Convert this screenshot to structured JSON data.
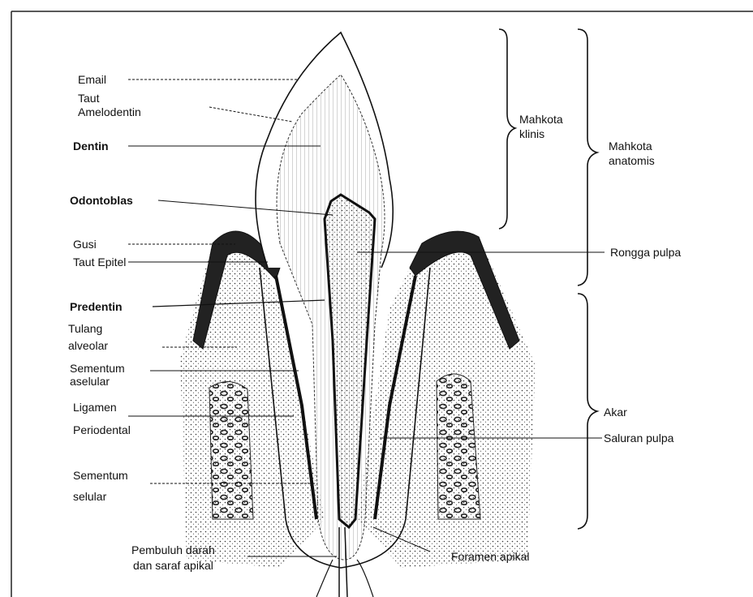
{
  "labels_left": {
    "email": "Email",
    "taut_line1": "Taut",
    "taut_line2": "Amelodentin",
    "dentin": "Dentin",
    "odontoblas": "Odontoblas",
    "gusi": "Gusi",
    "taut_epitel": "Taut Epitel",
    "predentin": "Predentin",
    "tulang_line1": "Tulang",
    "tulang_line2": "alveolar",
    "sementum_a_line1": "Sementum",
    "sementum_a_line2": "aselular",
    "ligamen_line1": "Ligamen",
    "ligamen_line2": "Periodental",
    "sementum_s_line1": "Sementum",
    "sementum_s_line2": "selular"
  },
  "labels_bottom": {
    "pembuluh_line1": "Pembuluh darah",
    "pembuluh_line2": "dan saraf apikal",
    "foramen": "Foramen apikal"
  },
  "labels_right": {
    "mahkota_klinis_line1": "Mahkota",
    "mahkota_klinis_line2": "klinis",
    "mahkota_anatomis_line1": "Mahkota",
    "mahkota_anatomis_line2": "anatomis",
    "rongga_pulpa": "Rongga pulpa",
    "akar": "Akar",
    "saluran_pulpa": "Saluran pulpa"
  }
}
